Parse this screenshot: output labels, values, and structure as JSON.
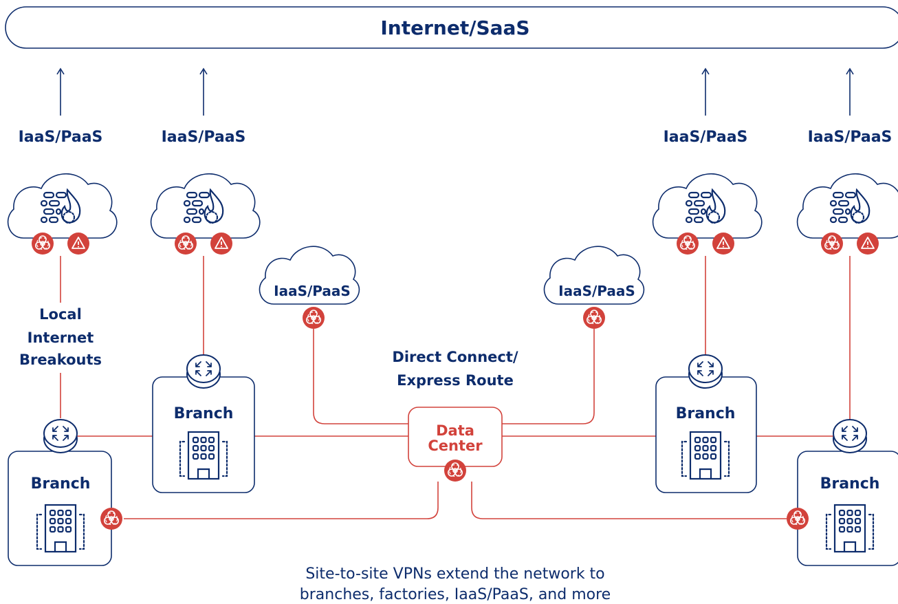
{
  "colors": {
    "navy": "#0d2c6c",
    "red": "#d2423b",
    "white": "#ffffff"
  },
  "internet_label": "Internet/SaaS",
  "firewall_clouds": [
    {
      "label": "IaaS/PaaS",
      "icons": [
        "firewall-icon",
        "biohazard-icon",
        "warning-icon"
      ]
    },
    {
      "label": "IaaS/PaaS",
      "icons": [
        "firewall-icon",
        "biohazard-icon",
        "warning-icon"
      ]
    },
    {
      "label": "IaaS/PaaS",
      "icons": [
        "firewall-icon",
        "biohazard-icon",
        "warning-icon"
      ]
    },
    {
      "label": "IaaS/PaaS",
      "icons": [
        "firewall-icon",
        "biohazard-icon",
        "warning-icon"
      ]
    }
  ],
  "center_clouds": [
    {
      "label": "IaaS/PaaS",
      "icon": "biohazard-icon"
    },
    {
      "label": "IaaS/PaaS",
      "icon": "biohazard-icon"
    }
  ],
  "breakout_label": [
    "Local",
    "Internet",
    "Breakouts"
  ],
  "direct_connect_label": [
    "Direct Connect/",
    "Express Route"
  ],
  "data_center_label": [
    "Data",
    "Center"
  ],
  "branch_label": "Branch",
  "branches": [
    {
      "label": "Branch",
      "icons": [
        "router-icon",
        "building-icon",
        "biohazard-icon"
      ]
    },
    {
      "label": "Branch",
      "icons": [
        "router-icon",
        "building-icon"
      ]
    },
    {
      "label": "Branch",
      "icons": [
        "router-icon",
        "building-icon"
      ]
    },
    {
      "label": "Branch",
      "icons": [
        "router-icon",
        "building-icon",
        "biohazard-icon"
      ]
    }
  ],
  "caption": [
    "Site-to-site VPNs extend the network to",
    "branches, factories, IaaS/PaaS, and more"
  ]
}
